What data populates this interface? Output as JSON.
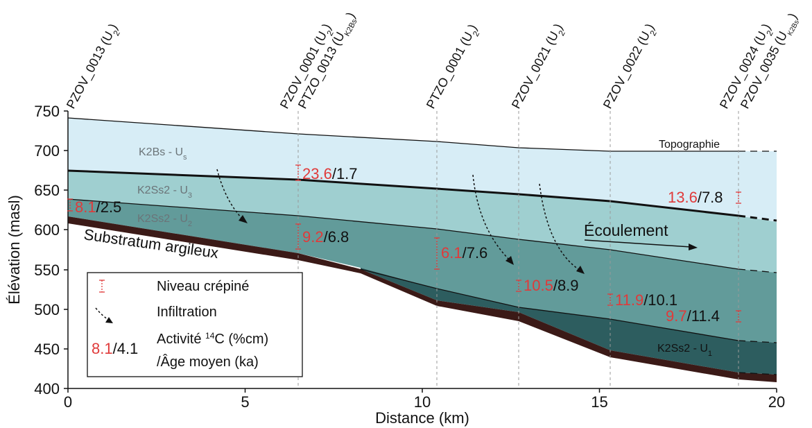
{
  "axes": {
    "xlabel": "Distance (km)",
    "ylabel": "Élévation (masl)",
    "x_ticks": [
      "0",
      "5",
      "10",
      "15",
      "20"
    ],
    "y_ticks": [
      "750",
      "700",
      "650",
      "600",
      "550",
      "500",
      "450",
      "400"
    ]
  },
  "wells": [
    {
      "name": "PZOV_0013 (U",
      "sub": "2",
      "close": ")"
    },
    {
      "name": "PZOV_0001 (U",
      "sub": "2",
      "close": ")"
    },
    {
      "name": "PTZO_0013 (U",
      "sub": "K2Bs",
      "close": ")"
    },
    {
      "name": "PTZO_0001 (U",
      "sub": "2",
      "close": ")"
    },
    {
      "name": "PZOV_0021 (U",
      "sub": "2",
      "close": ")"
    },
    {
      "name": "PZOV_0022 (U",
      "sub": "2",
      "close": ")"
    },
    {
      "name": "PZOV_0024 (U",
      "sub": "2",
      "close": ")"
    },
    {
      "name": "PZOV_0035 (U",
      "sub": "K2Bs",
      "close": ")"
    }
  ],
  "layers": {
    "k2bs": {
      "text": "K2Bs - U",
      "sub": "s"
    },
    "k2ss2_u3": {
      "text": "K2Ss2 - U",
      "sub": "3"
    },
    "k2ss2_u2": {
      "text": "K2Ss2 - U",
      "sub": "2"
    },
    "k2ss2_u1": {
      "text": "K2Ss2 - U",
      "sub": "1"
    }
  },
  "labels": {
    "topographie": "Topographie",
    "substratum": "Substratum argileux",
    "ecoulement": "Écoulement"
  },
  "annotations": [
    {
      "activity": "8.1",
      "age": "/2.5"
    },
    {
      "activity": "23.6",
      "age": "/1.7"
    },
    {
      "activity": "9.2",
      "age": "/6.8"
    },
    {
      "activity": "6.1",
      "age": "/7.6"
    },
    {
      "activity": "10.5",
      "age": "/8.9"
    },
    {
      "activity": "11.9",
      "age": "/10.1"
    },
    {
      "activity": "13.6",
      "age": "/7.8"
    },
    {
      "activity": "9.7",
      "age": "/11.4"
    }
  ],
  "legend": {
    "screen": "Niveau crépiné",
    "infiltration": "Infiltration",
    "example_activity": "8.1",
    "example_age": "/4.1",
    "activity_pre": "Activité ",
    "activity_sup": "14",
    "activity_post": "C (%cm)",
    "age_line": "/Âge moyen (ka)"
  },
  "colors": {
    "k2bs_fill": "#d7edf6",
    "u3_fill": "#9fcfd0",
    "u2_fill": "#629b9a",
    "u1_fill": "#2d5d5f",
    "substratum": "#3b1a17",
    "red": "#e03a3a"
  }
}
